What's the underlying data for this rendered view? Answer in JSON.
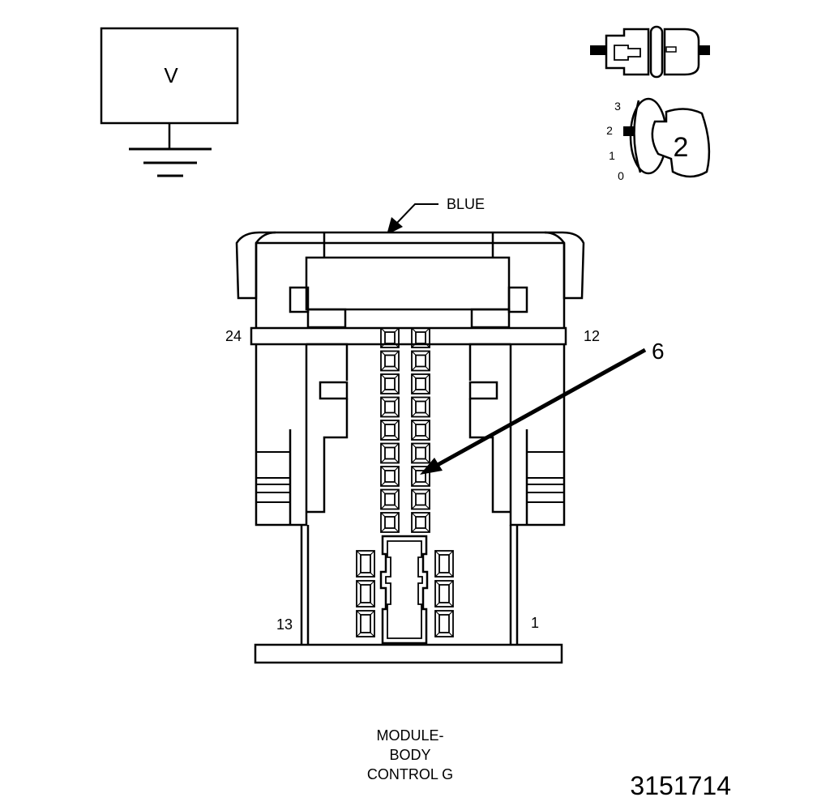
{
  "voltmeter": {
    "symbol": "V"
  },
  "selector": {
    "positions": [
      "3",
      "2",
      "1",
      "0"
    ],
    "selected": "2"
  },
  "connector": {
    "color_label": "BLUE",
    "pin_labels": {
      "top_left": "24",
      "top_right": "12",
      "bottom_left": "13",
      "bottom_right": "1"
    },
    "callout": "6"
  },
  "caption": [
    "MODULE-",
    "BODY",
    "CONTROL G"
  ],
  "document_number": "3151714"
}
